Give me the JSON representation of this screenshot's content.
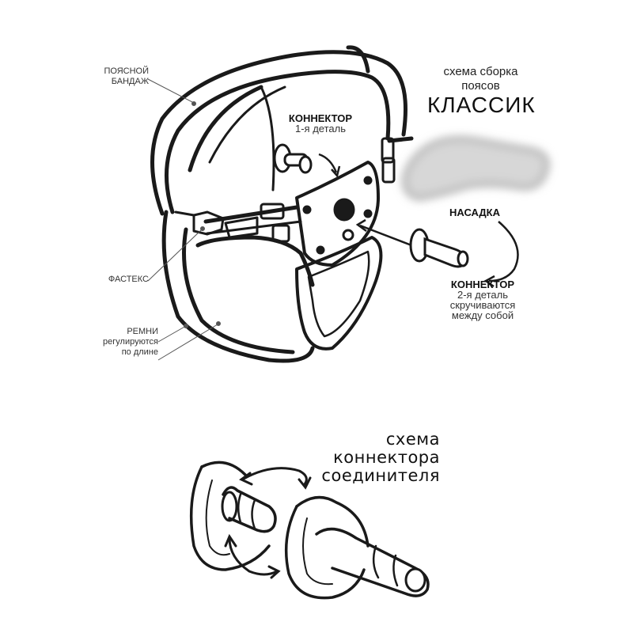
{
  "labels": {
    "waist_bandage": [
      "ПОЯСНОЙ",
      "БАНДАЖ"
    ],
    "connector1_title": "КОННЕКТОР",
    "connector1_sub": "1-я деталь",
    "attachment": "НАСАДКА",
    "connector2_title": "КОННЕКТОР",
    "connector2_sub": [
      "2-я деталь",
      "скручиваются",
      "между собой"
    ],
    "buckle": "ФАСТЕКС",
    "straps": [
      "РЕМНИ",
      "регулируются",
      "по длине"
    ]
  },
  "title_top": {
    "line1": "схема сборка",
    "line2": "поясов",
    "line3": "КЛАССИК"
  },
  "title_bottom": {
    "line1": "схема",
    "line2": "коннектора",
    "line3": "соединителя"
  }
}
